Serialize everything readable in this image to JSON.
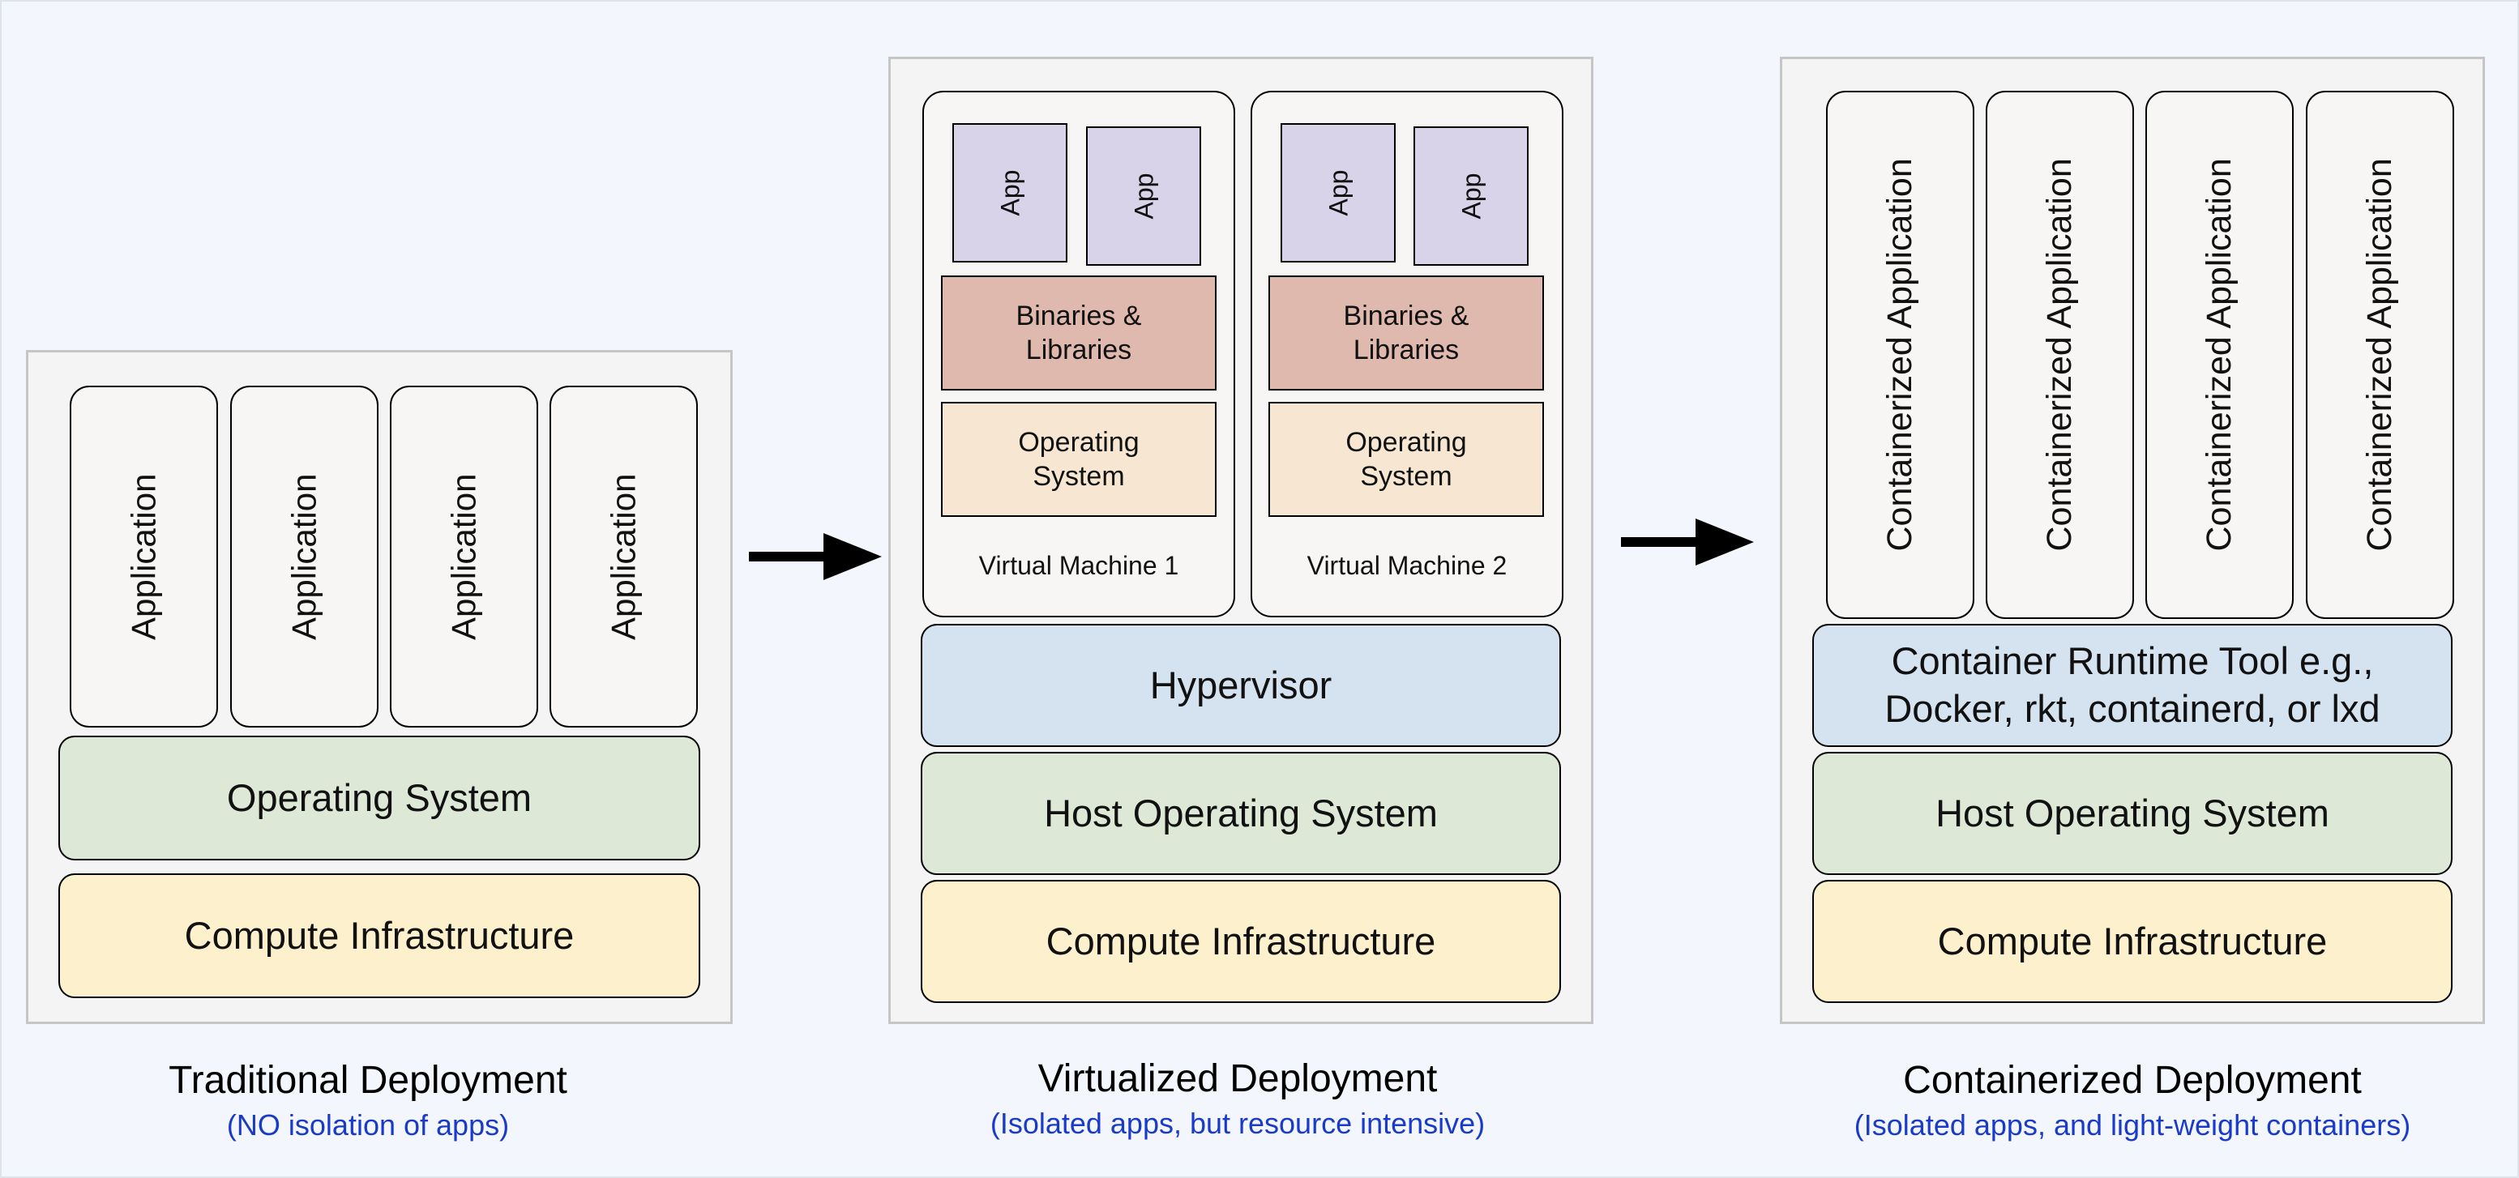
{
  "traditional": {
    "applications": [
      "Application",
      "Application",
      "Application",
      "Application"
    ],
    "os": "Operating System",
    "infra": "Compute Infrastructure",
    "title": "Traditional Deployment",
    "subtitle": "(NO isolation of apps)"
  },
  "virtualized": {
    "vms": [
      {
        "apps": [
          "App",
          "App"
        ],
        "bins": "Binaries & Libraries",
        "os": "Operating System",
        "label": "Virtual Machine 1"
      },
      {
        "apps": [
          "App",
          "App"
        ],
        "bins": "Binaries & Libraries",
        "os": "Operating System",
        "label": "Virtual Machine 2"
      }
    ],
    "hypervisor": "Hypervisor",
    "host_os": "Host Operating System",
    "infra": "Compute Infrastructure",
    "title": "Virtualized Deployment",
    "subtitle": "(Isolated apps, but resource intensive)"
  },
  "containerized": {
    "containers": [
      "Containerized Application",
      "Containerized Application",
      "Containerized Application",
      "Containerized Application"
    ],
    "runtime": "Container Runtime Tool e.g., Docker, rkt, containerd, or lxd",
    "host_os": "Host Operating System",
    "infra": "Compute Infrastructure",
    "title": "Containerized Deployment",
    "subtitle": "(Isolated apps, and light-weight containers)"
  },
  "colors": {
    "os_green": "#dde8d6",
    "infra_yellow": "#fdf0cd",
    "hypervisor_blue": "#d5e2f0",
    "app_purple": "#d8d3e8",
    "bins_pink": "#dfb8ae",
    "guest_os_peach": "#f7e6d1",
    "subtitle_blue": "#1a3ac8"
  }
}
